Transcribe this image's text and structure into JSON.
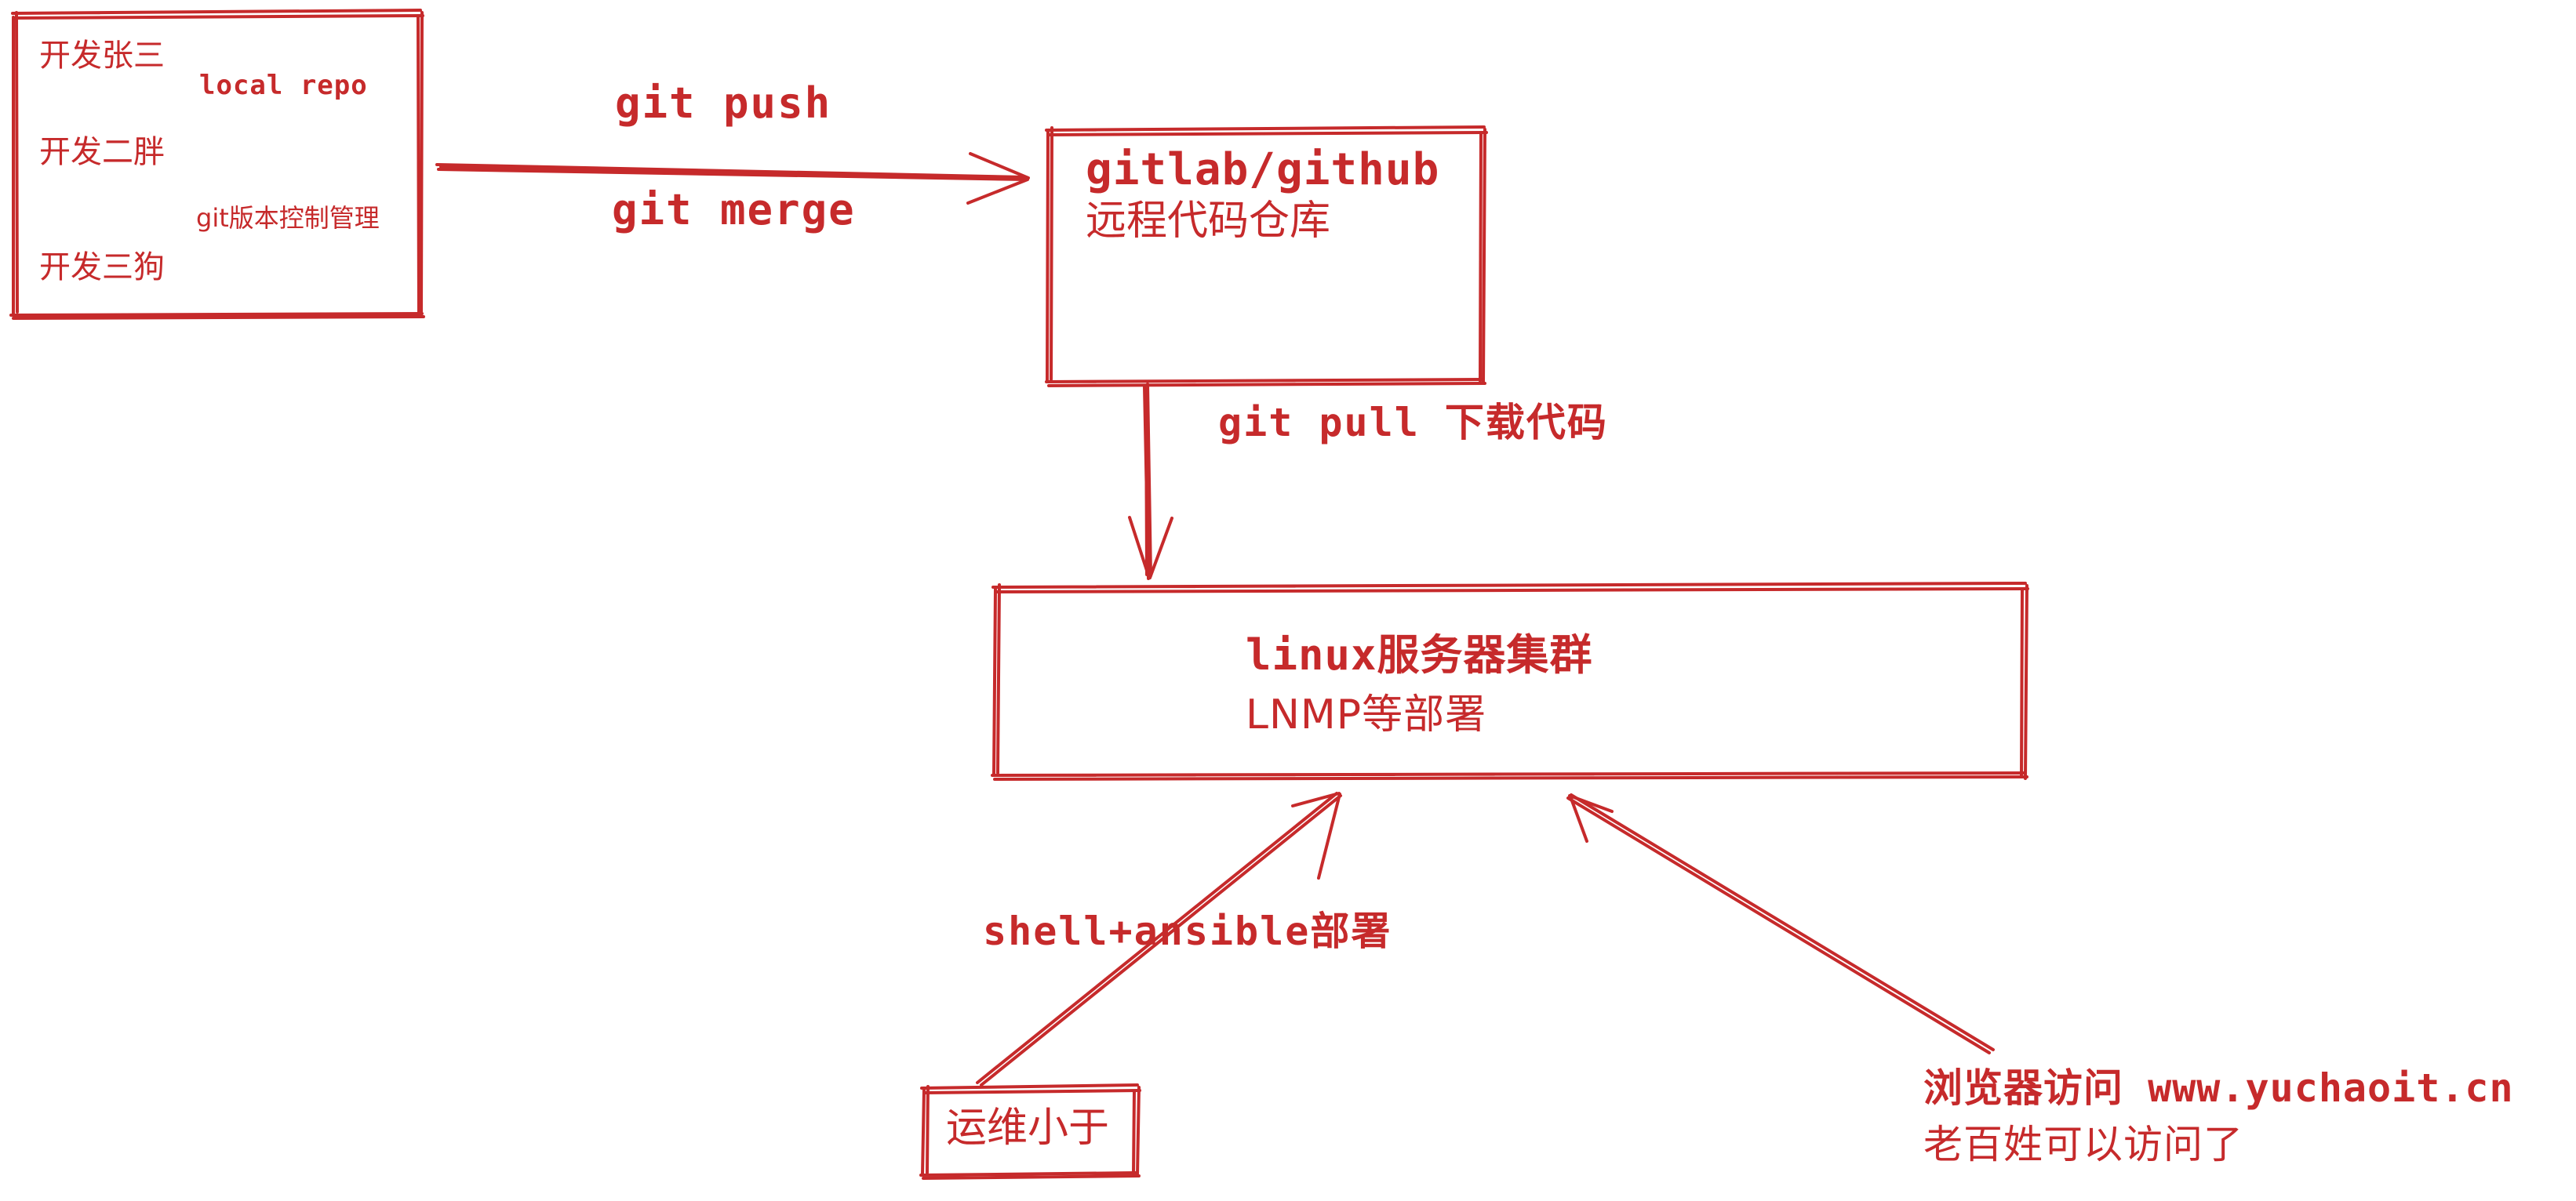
{
  "meta": {
    "title": "git 开发部署流程图",
    "accent_color": "#C62A2B",
    "background_color": "#FFFFFF",
    "style": "hand-drawn sketch"
  },
  "nodes": {
    "local_repo_box": {
      "developers": [
        "开发张三",
        "开发二胖",
        "开发三狗"
      ],
      "repo_label": "local repo",
      "vcs_label": "git版本控制管理"
    },
    "remote_repo_box": {
      "line1": "gitlab/github",
      "line2": "远程代码仓库"
    },
    "server_box": {
      "line1": "linux服务器集群",
      "line2": "LNMP等部署"
    },
    "ops_box": {
      "label": "运维小于"
    }
  },
  "edges": {
    "push": {
      "label": "git push"
    },
    "merge": {
      "label": "git merge"
    },
    "pull": {
      "label": "git pull 下载代码"
    },
    "deploy": {
      "label": "shell+ansible部署"
    }
  },
  "annotations": {
    "browser_access": {
      "line1": "浏览器访问 www.yuchaoit.cn",
      "line2": "老百姓可以访问了"
    }
  }
}
